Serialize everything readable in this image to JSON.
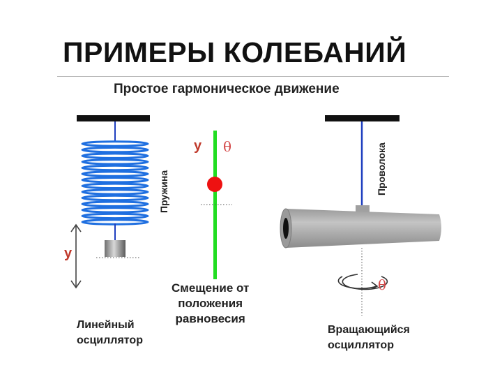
{
  "title": "ПРИМЕРЫ КОЛЕБАНИЙ",
  "subtitle": "Простое гармоническое движение",
  "labels": {
    "spring": "Пружина",
    "wire": "Проволока",
    "displacement_line1": "Смещение от",
    "displacement_line2": "положения",
    "displacement_line3": "равновесия",
    "linear_line1": "Линейный",
    "linear_line2": "осциллятор",
    "rotating_line1": "Вращающийся",
    "rotating_line2": "осциллятор",
    "y_symbol": "y",
    "theta_symbol": "θ"
  },
  "colors": {
    "spring": "#1f6fe0",
    "support": "#111111",
    "displacement_line": "#22dd22",
    "mass_point": "#ee1111",
    "symbol": "#c0392b",
    "cylinder": "#a9a9a9"
  }
}
